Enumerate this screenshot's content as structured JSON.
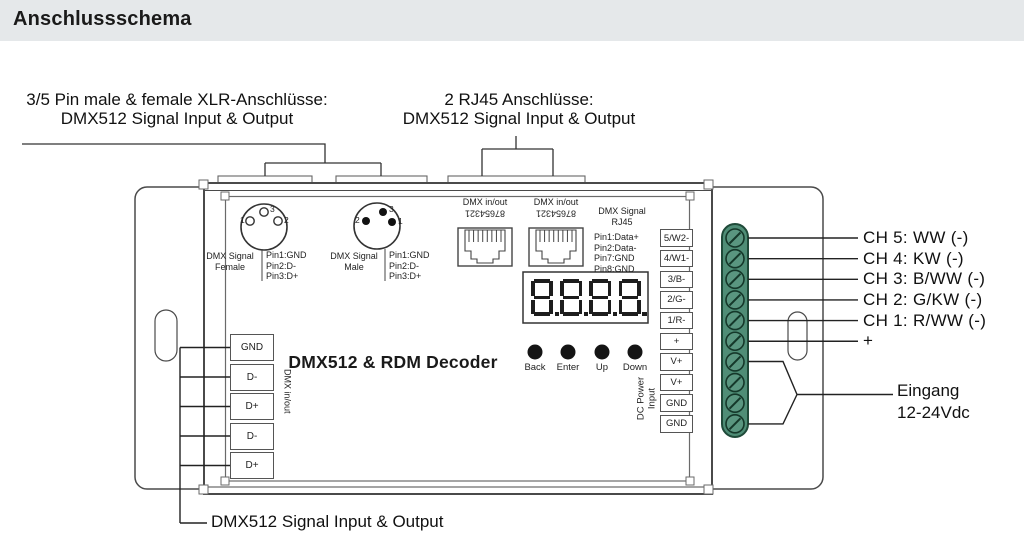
{
  "header": {
    "title": "Anschlussschema"
  },
  "annotations": {
    "xlr_line1": "3/5 Pin male & female XLR-Anschlüsse:",
    "xlr_line2": "DMX512 Signal Input & Output",
    "rj45_line1": "2 RJ45 Anschlüsse:",
    "rj45_line2": "DMX512 Signal Input & Output",
    "bottom_label": "DMX512 Signal Input & Output",
    "power_line1": "Eingang",
    "power_line2": "12-24Vdc",
    "channel_labels": [
      "CH 5: WW (-)",
      "CH 4: KW (-)",
      "CH 3: B/WW (-)",
      "CH 2: G/KW (-)",
      "CH 1: R/WW (-)",
      "+"
    ]
  },
  "device": {
    "name": "DMX512 & RDM Decoder",
    "xlr_female": {
      "title_line1": "DMX Signal",
      "title_line2": "Female",
      "pins": [
        "Pin1:GND",
        "Pin2:D-",
        "Pin3:D+"
      ],
      "pin_numbers": [
        "1",
        "3",
        "2"
      ]
    },
    "xlr_male": {
      "title_line1": "DMX Signal",
      "title_line2": "Male",
      "pins": [
        "Pin1:GND",
        "Pin2:D-",
        "Pin3:D+"
      ],
      "pin_numbers": [
        "2",
        "3",
        "1"
      ]
    },
    "rj45": {
      "port_label": "DMX in/out",
      "pin_row": "87654321",
      "info_title_line1": "DMX Signal",
      "info_title_line2": "RJ45",
      "info_pins": [
        "Pin1:Data+",
        "Pin2:Data-",
        "Pin7:GND",
        "Pin8:GND"
      ]
    },
    "display": {
      "value": "8.8.8.8.",
      "digits": [
        "8",
        "8",
        "8",
        "8"
      ]
    },
    "buttons": [
      "Back",
      "Enter",
      "Up",
      "Down"
    ],
    "left_terminals": {
      "labels": [
        "GND",
        "D-",
        "D+",
        "D-",
        "D+"
      ],
      "side_label": "DMX in/out"
    },
    "right_terminals": {
      "labels": [
        "5/W2-",
        "4/W1-",
        "3/B-",
        "2/G-",
        "1/R-",
        "+",
        "V+",
        "V+",
        "GND",
        "GND"
      ],
      "side_label_line1": "DC Power",
      "side_label_line2": "Input"
    }
  },
  "colors": {
    "header_bar": "#e5e8ea",
    "terminal_green": "#4f8d76",
    "terminal_green_dark": "#1f4a39",
    "line": "#333333"
  }
}
